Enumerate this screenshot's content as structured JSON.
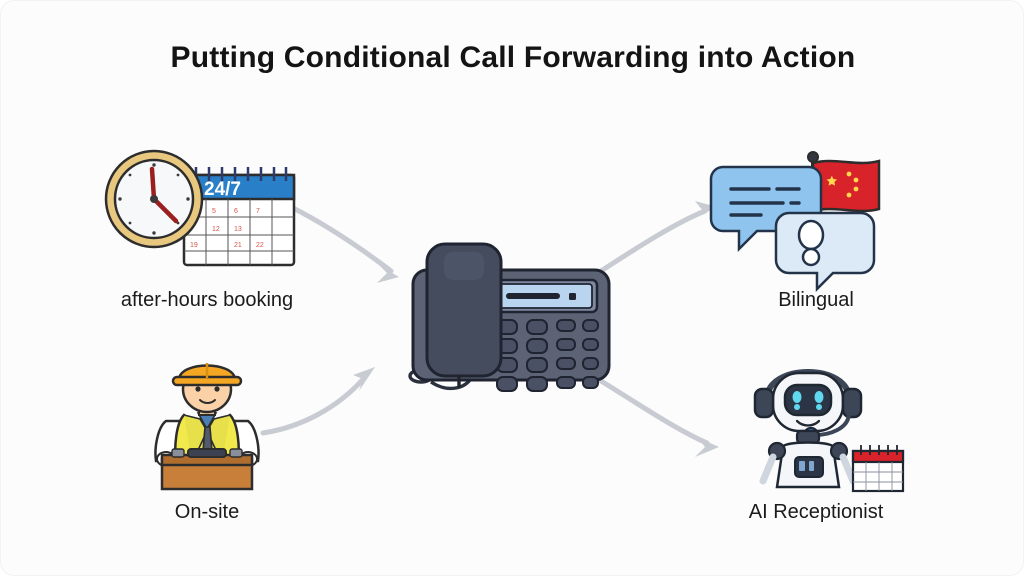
{
  "diagram": {
    "title": "Putting Conditional Call Forwarding into Action",
    "background_color": "#fcfcfd",
    "arrow_color": "#c8ccd2",
    "nodes": {
      "after_hours": {
        "label": "after-hours booking",
        "icon": "clock-calendar-icon",
        "calendar_text": "24/7",
        "calendar_header_color": "#2a7fc9",
        "clock_rim_color": "#e0a43c"
      },
      "onsite": {
        "label": "On-site",
        "icon": "construction-worker-icon",
        "helmet_color": "#f5a623",
        "vest_color": "#f2ea4c",
        "toolbox_color": "#c87f3a"
      },
      "bilingual": {
        "label": "Bilingual",
        "icon": "chat-bubbles-flag-icon",
        "bubble_color": "#8fc4ee",
        "bubble_secondary_color": "#dce9f7",
        "flag_color": "#d8232a",
        "star_color": "#ffd84d"
      },
      "ai_receptionist": {
        "label": "AI Receptionist",
        "icon": "robot-headset-icon",
        "body_color": "#f4f6f9",
        "eye_color": "#5fd8f0",
        "headset_color": "#3c4657",
        "calendar_color": "#d8232a"
      },
      "phone": {
        "label": "desk-phone-icon",
        "body_color": "#5c6375",
        "handset_color": "#454c5e",
        "screen_color": "#b9d4ee",
        "key_color": "#4a5165"
      }
    },
    "arrows": [
      {
        "name": "arrow-after-hours-to-phone",
        "from": "after_hours",
        "to": "phone",
        "direction": "down-right"
      },
      {
        "name": "arrow-onsite-to-phone",
        "from": "onsite",
        "to": "phone",
        "direction": "up-right"
      },
      {
        "name": "arrow-phone-to-bilingual",
        "from": "phone",
        "to": "bilingual",
        "direction": "up-right"
      },
      {
        "name": "arrow-phone-to-ai",
        "from": "phone",
        "to": "ai_receptionist",
        "direction": "down-right"
      }
    ]
  }
}
